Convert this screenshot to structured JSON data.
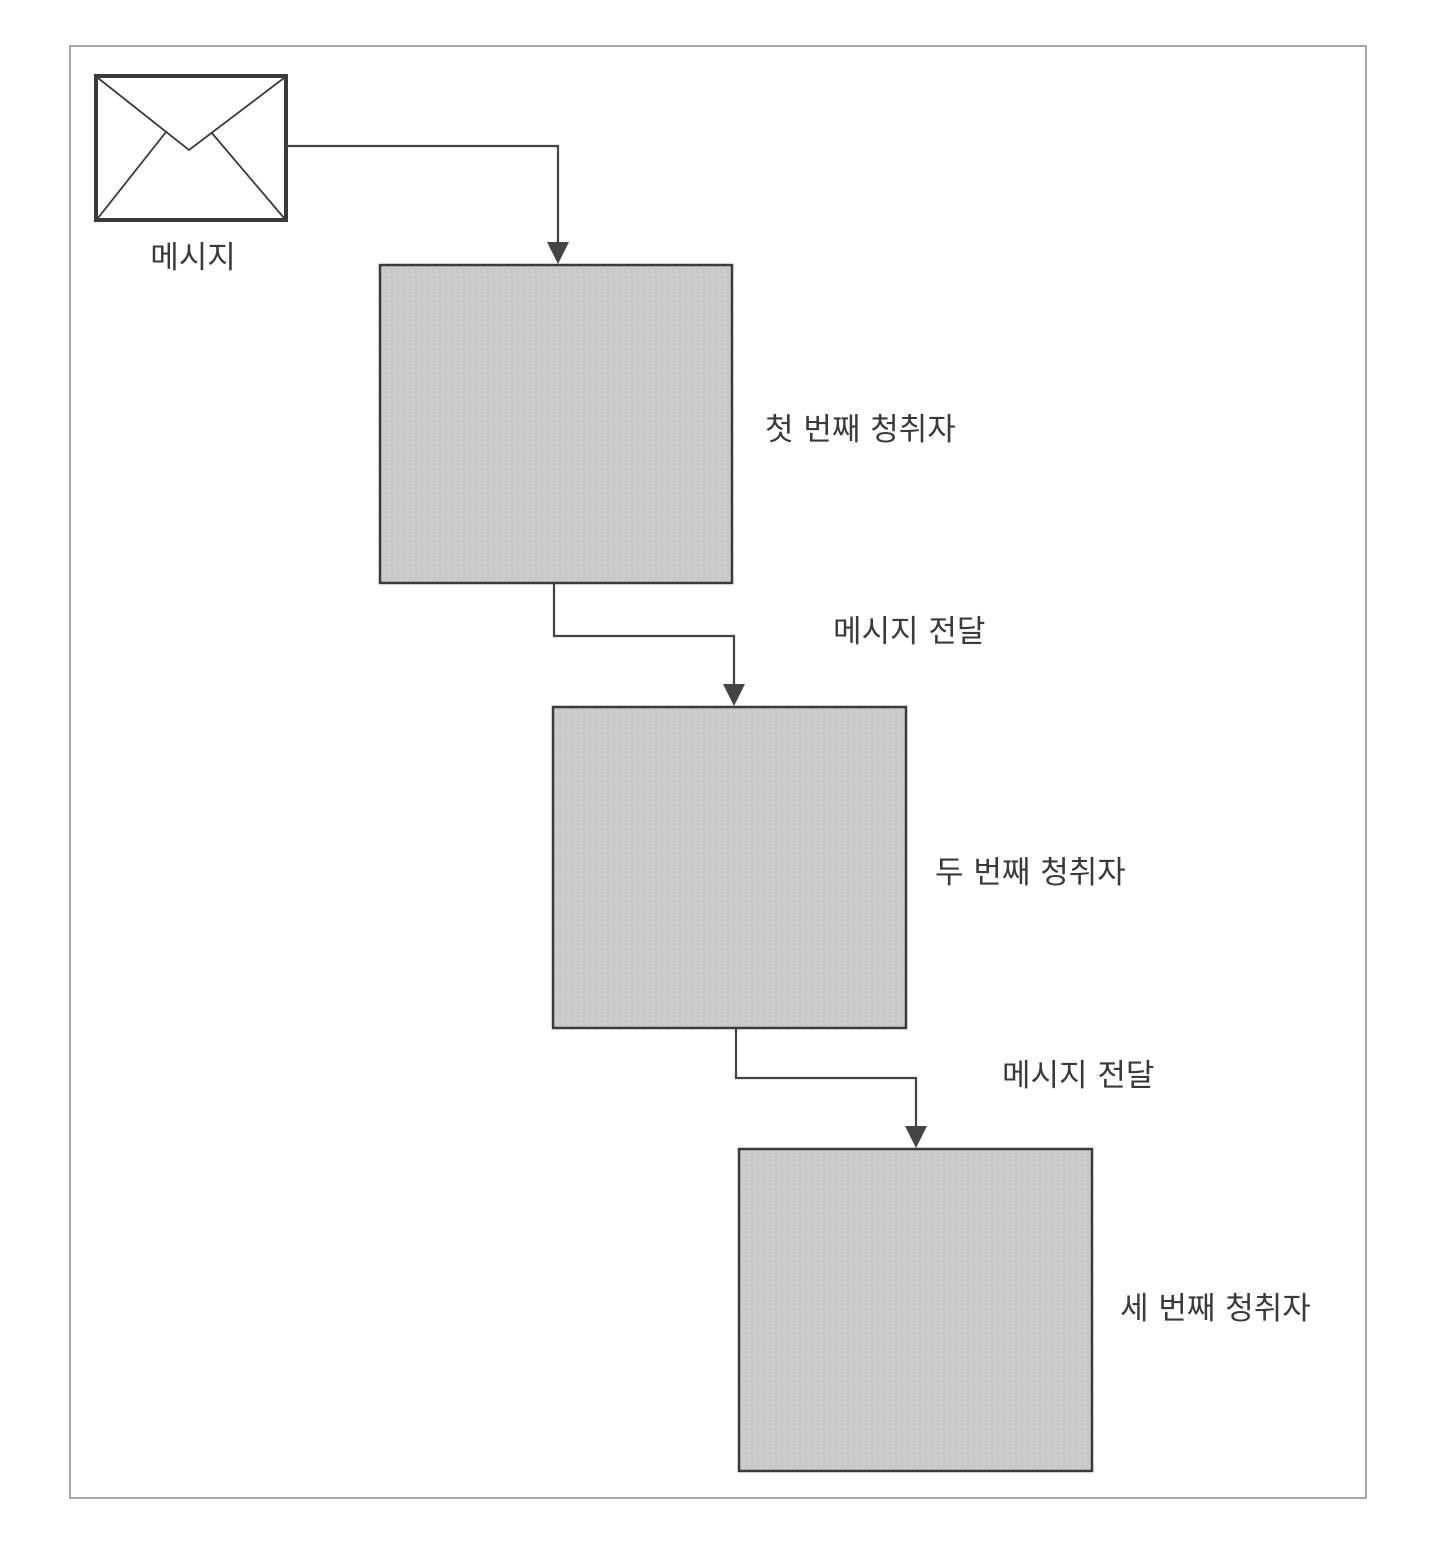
{
  "message": {
    "label": "메시지",
    "icon": "envelope-icon"
  },
  "listeners": [
    {
      "label": "첫 번째 청취자"
    },
    {
      "label": "두 번째 청취자"
    },
    {
      "label": "세 번째 청취자"
    }
  ],
  "connectors": [
    {
      "label": "메시지 전달"
    },
    {
      "label": "메시지 전달"
    }
  ],
  "colors": {
    "box_fill": "#cbcbcb",
    "line": "#444444",
    "frame": "#8a8a8a",
    "text": "#3a3a3a"
  }
}
